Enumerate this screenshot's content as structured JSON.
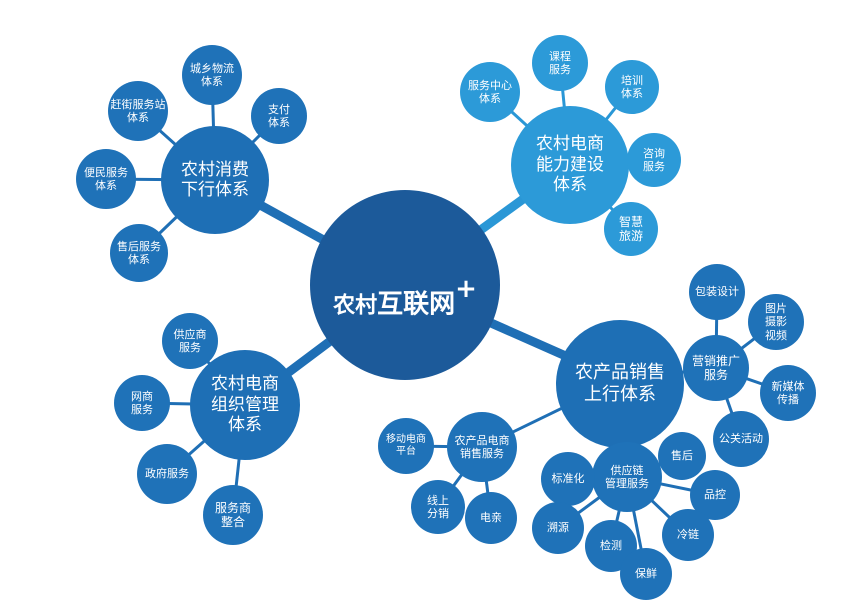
{
  "center": {
    "label_a": "农村",
    "label_b": "互联网",
    "label_sup": "+"
  },
  "hubs": {
    "consume": "农村消费\n下行体系",
    "ecap": "农村电商\n能力建设\n体系",
    "org": "农村电商\n组织管理\n体系",
    "sales": "农产品销售\n上行体系"
  },
  "consume_leaves": {
    "logistics": "城乡物流\n体系",
    "station": "赶街服务站\n体系",
    "pay": "支付\n体系",
    "convenience": "便民服务\n体系",
    "aftersale": "售后服务\n体系"
  },
  "ecap_leaves": {
    "center": "服务中心\n体系",
    "course": "课程\n服务",
    "train": "培训\n体系",
    "consult": "咨询\n服务",
    "tour": "智慧\n旅游"
  },
  "org_leaves": {
    "supplier": "供应商\n服务",
    "netshop": "网商\n服务",
    "gov": "政府服务",
    "provider": "服务商\n整合"
  },
  "sales_subhubs": {
    "marketing": "营销推广\n服务",
    "ecsales": "农产品电商\n销售服务",
    "supply": "供应链\n管理服务"
  },
  "marketing_leaves": {
    "package": "包装设计",
    "photo": "图片\n摄影\n视频",
    "media": "新媒体\n传播",
    "pr": "公关活动"
  },
  "ecsales_leaves": {
    "mobile": "移动电商\n平台",
    "online": "线上\n分销",
    "ecom": "电亲"
  },
  "supply_leaves": {
    "standard": "标准化",
    "aftersale": "售后",
    "qc": "品控",
    "trace": "溯源",
    "detect": "检测",
    "cold": "冷链",
    "fresh": "保鲜"
  },
  "colors": {
    "dark": "#1c5a9a",
    "mid": "#1f72b8",
    "light": "#2c9ad8",
    "link_dark": "#1f6fb5",
    "link_light": "#2a97d6"
  }
}
